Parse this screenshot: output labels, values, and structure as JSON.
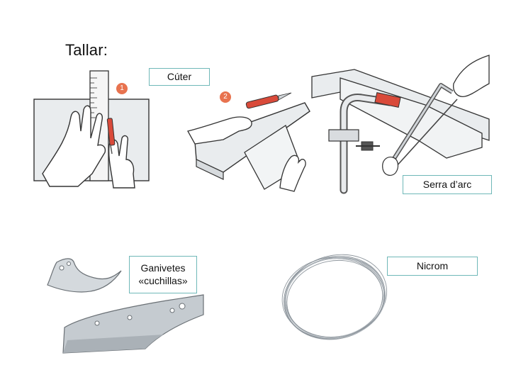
{
  "slide": {
    "title": "Tallar:",
    "labels": {
      "cuter": "Cúter",
      "serra": "Serra d’arc",
      "ganivetes_line1": "Ganivetes",
      "ganivetes_line2": "«cuchillas»",
      "nicrom": "Nicrom"
    },
    "steps": {
      "one": "1",
      "two": "2"
    }
  },
  "colors": {
    "label_border": "#6fb8b8",
    "step_badge": "#e8734f",
    "cutter_handle": "#d94a3a",
    "board_gray": "#e9ecee",
    "metal": "#c9ced3"
  }
}
